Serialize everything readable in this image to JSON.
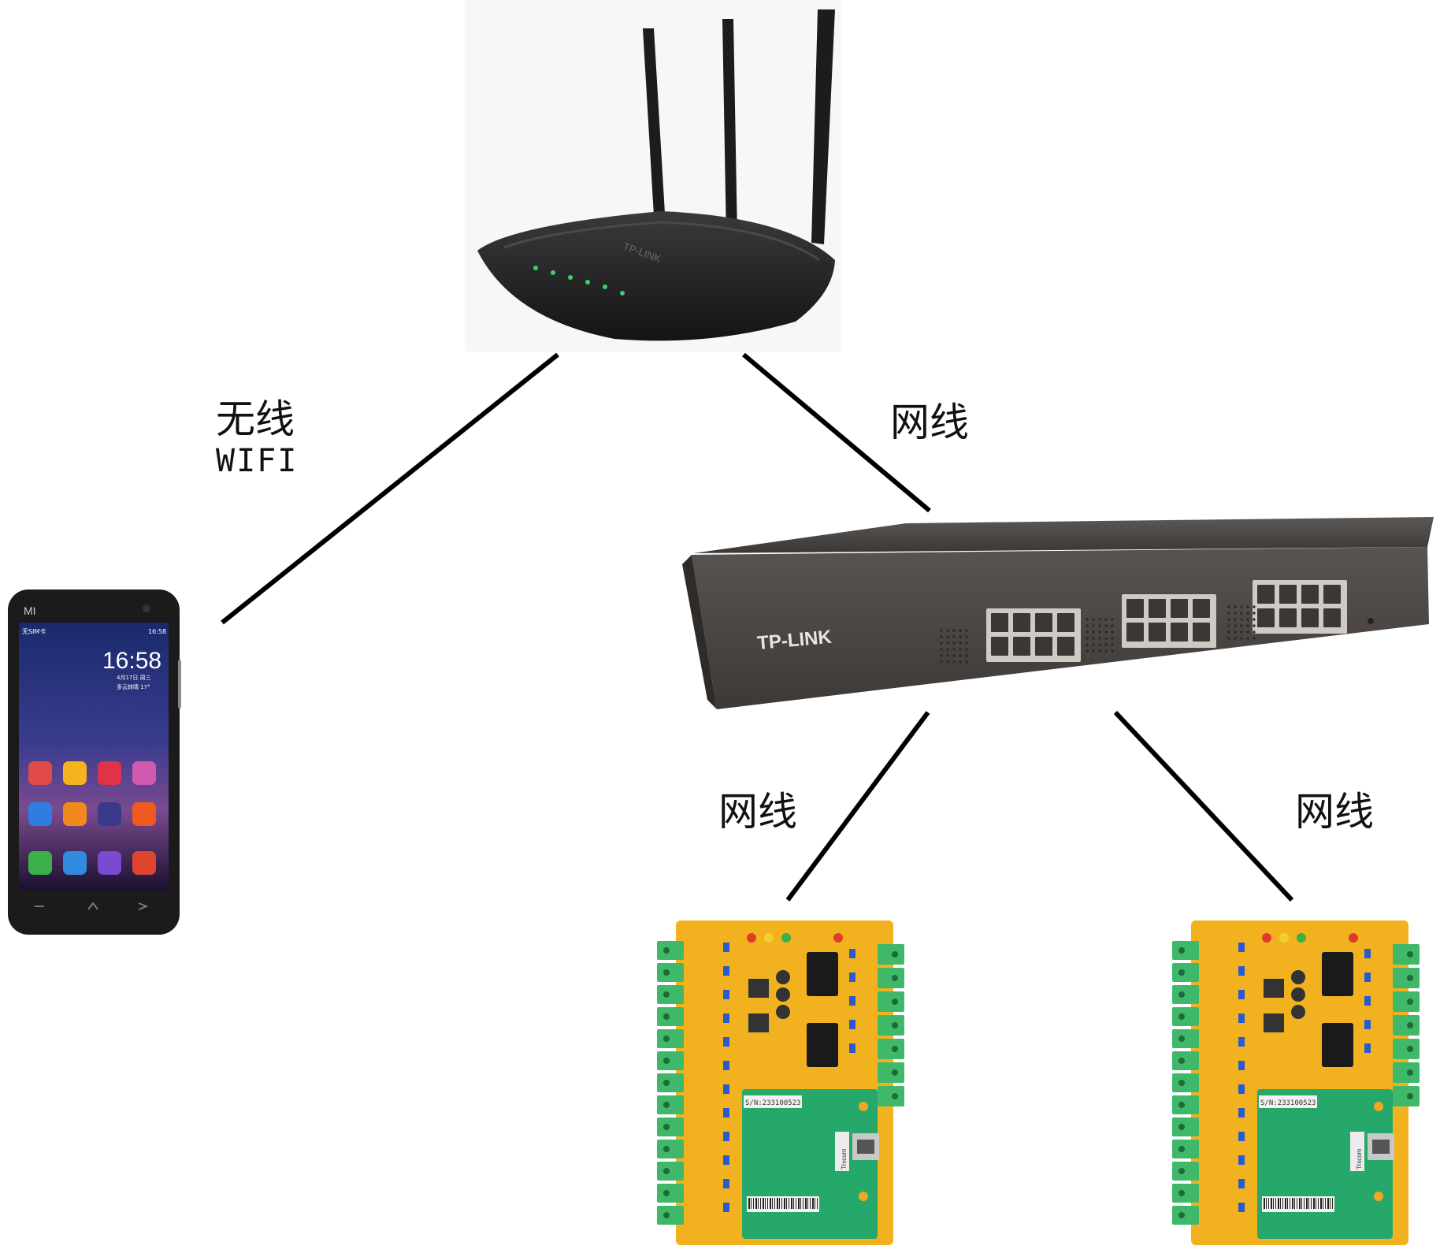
{
  "labels": {
    "wifi_line1": "无线",
    "wifi_line2": "WIFI",
    "cable_router_switch": "网线",
    "cable_switch_left": "网线",
    "cable_switch_right": "网线"
  },
  "devices": {
    "router_brand": "TP-LINK",
    "switch_brand": "TP-LINK",
    "phone_brand": "MI",
    "phone_carrier": "无SIM卡",
    "phone_status_time": "16:58",
    "phone_clock": "16:58",
    "phone_date": "4月17日 周三",
    "phone_weather": "多云转晴 17°",
    "controller_serial": "S/N:233100523",
    "controller_label": "Trxcom"
  },
  "colors": {
    "router": "#1f1f21",
    "switch": "#4a4745",
    "pcb_yellow": "#f2b21f",
    "pcb_green": "#26a86a",
    "terminal_green": "#3fb86a"
  }
}
